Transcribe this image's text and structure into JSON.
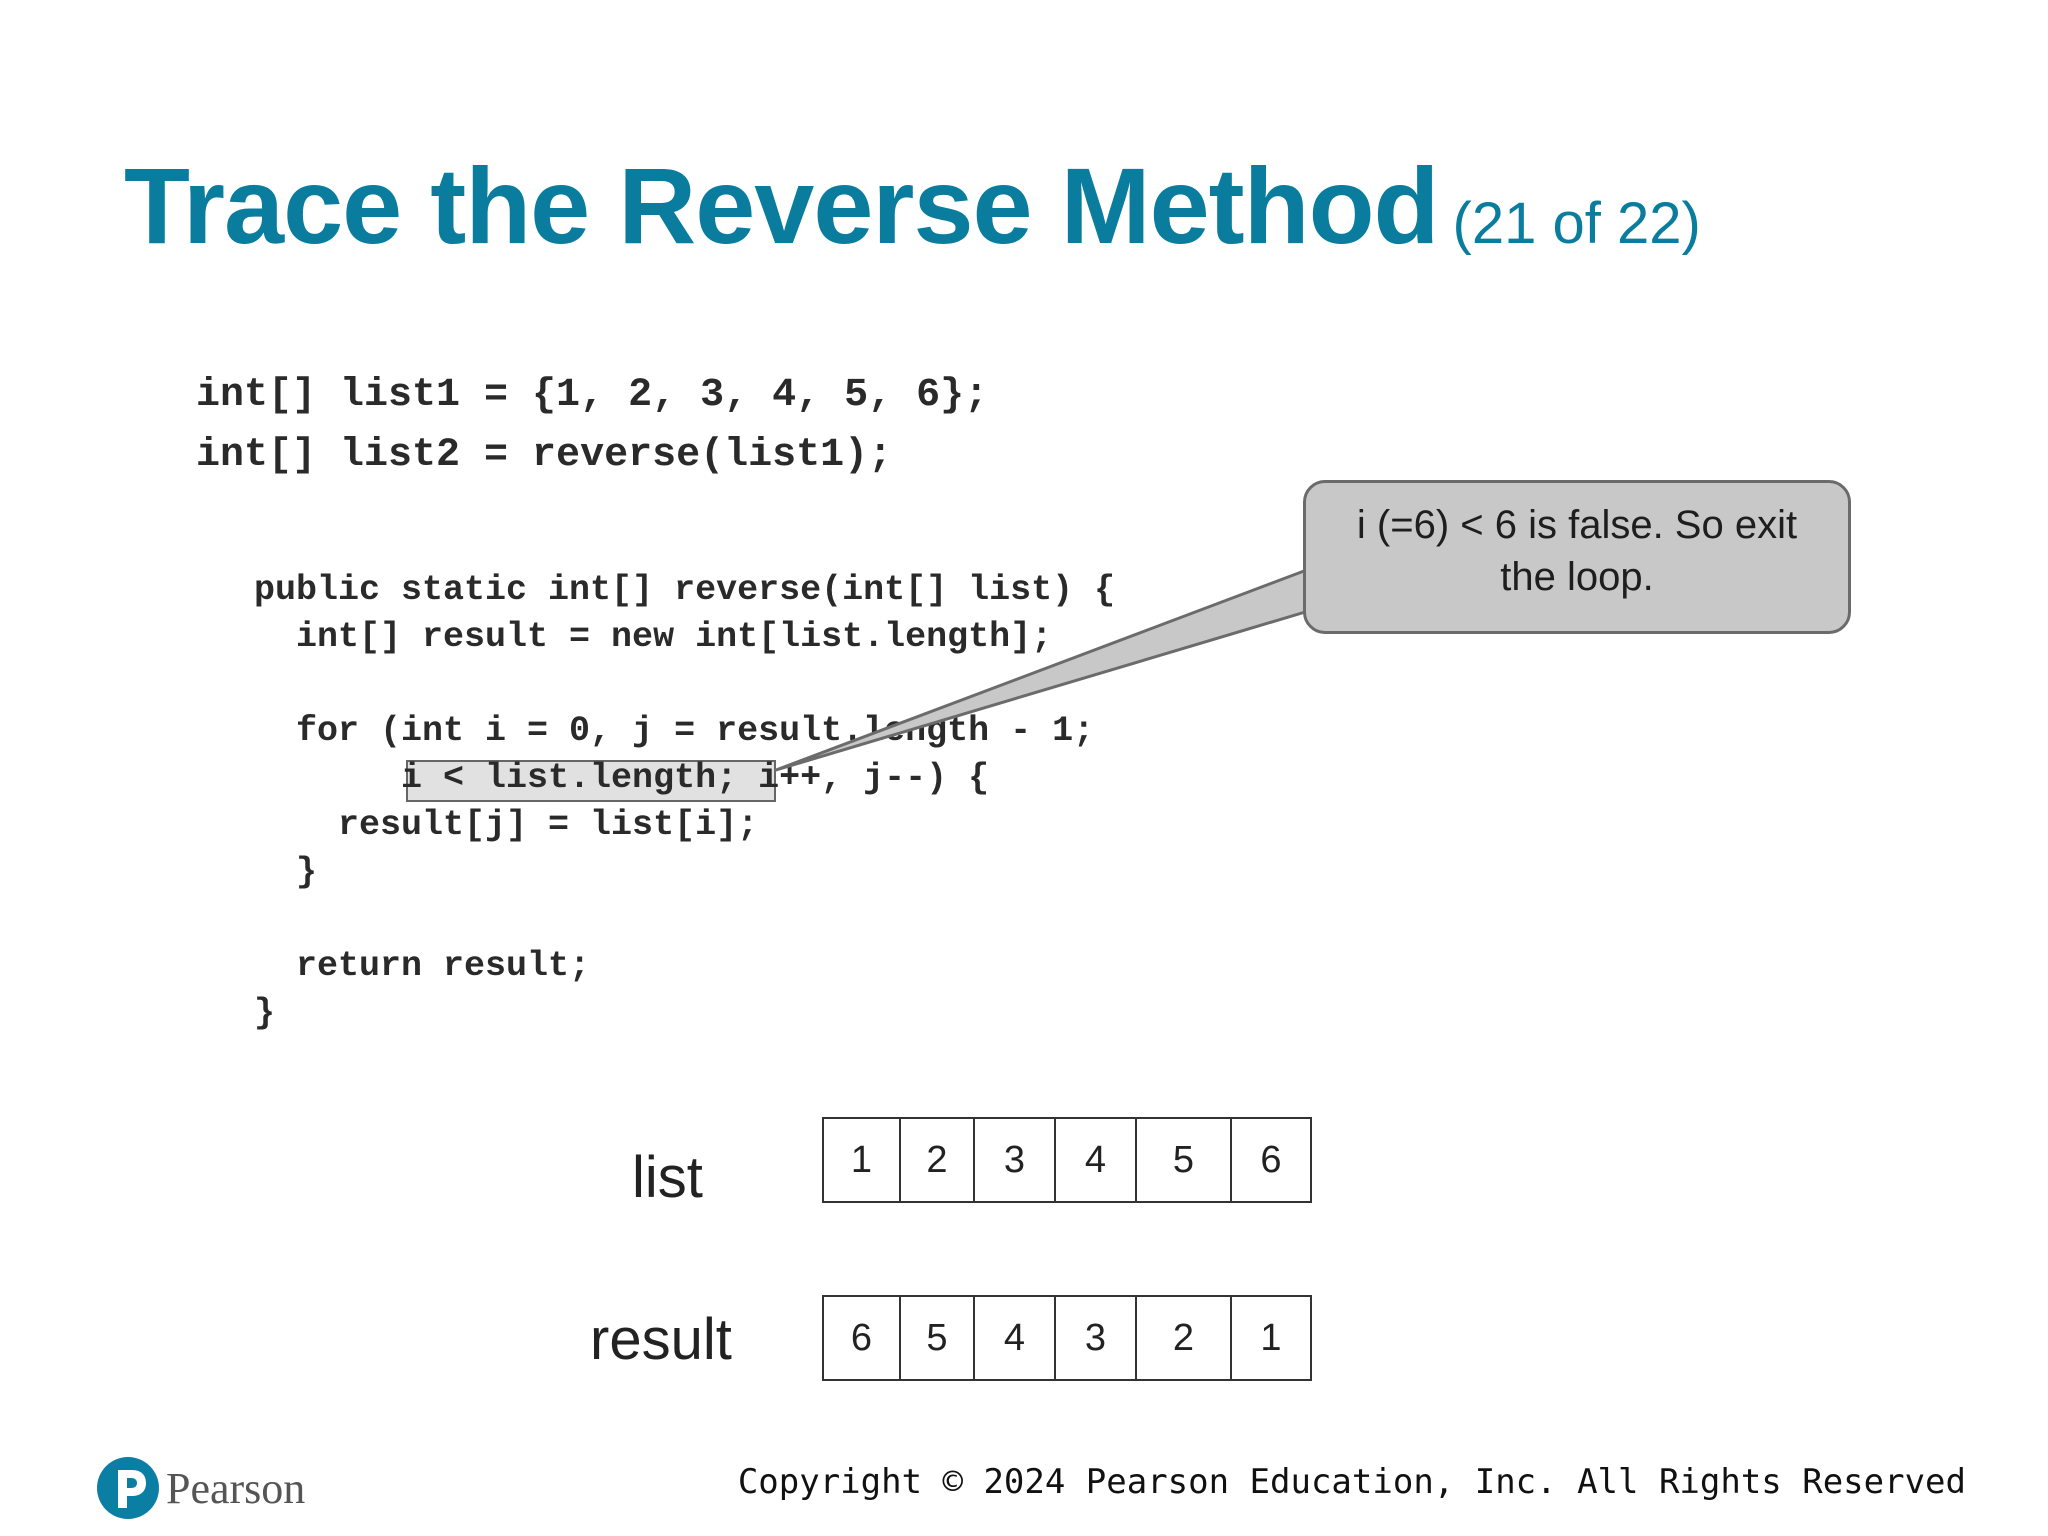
{
  "slide": {
    "title": "Trace the Reverse Method",
    "counter": "(21 of 22)"
  },
  "code_top": [
    "int[] list1 = {1, 2, 3, 4, 5, 6};",
    "int[] list2 = reverse(list1);"
  ],
  "code_method": [
    "public static int[] reverse(int[] list) {",
    "  int[] result = new int[list.length];",
    "",
    "  for (int i = 0, j = result.length - 1;",
    "       i < list.length; i++, j--) {",
    "    result[j] = list[i];",
    "  }",
    "",
    "  return result;",
    "}"
  ],
  "callout": {
    "line1": "i (=6) < 6 is false. So exit",
    "line2": "the loop."
  },
  "arrays": {
    "list": {
      "label": "list",
      "values": [
        "1",
        "2",
        "3",
        "4",
        "5",
        "6"
      ]
    },
    "result": {
      "label": "result",
      "values": [
        "6",
        "5",
        "4",
        "3",
        "2",
        "1"
      ]
    }
  },
  "footer": {
    "logo_text": "Pearson",
    "copyright": "Copyright © 2024 Pearson Education, Inc. All Rights Reserved"
  },
  "colors": {
    "title": "#0a7d9e",
    "callout_fill": "#c8c8c8",
    "logo": "#0b7fa3"
  }
}
